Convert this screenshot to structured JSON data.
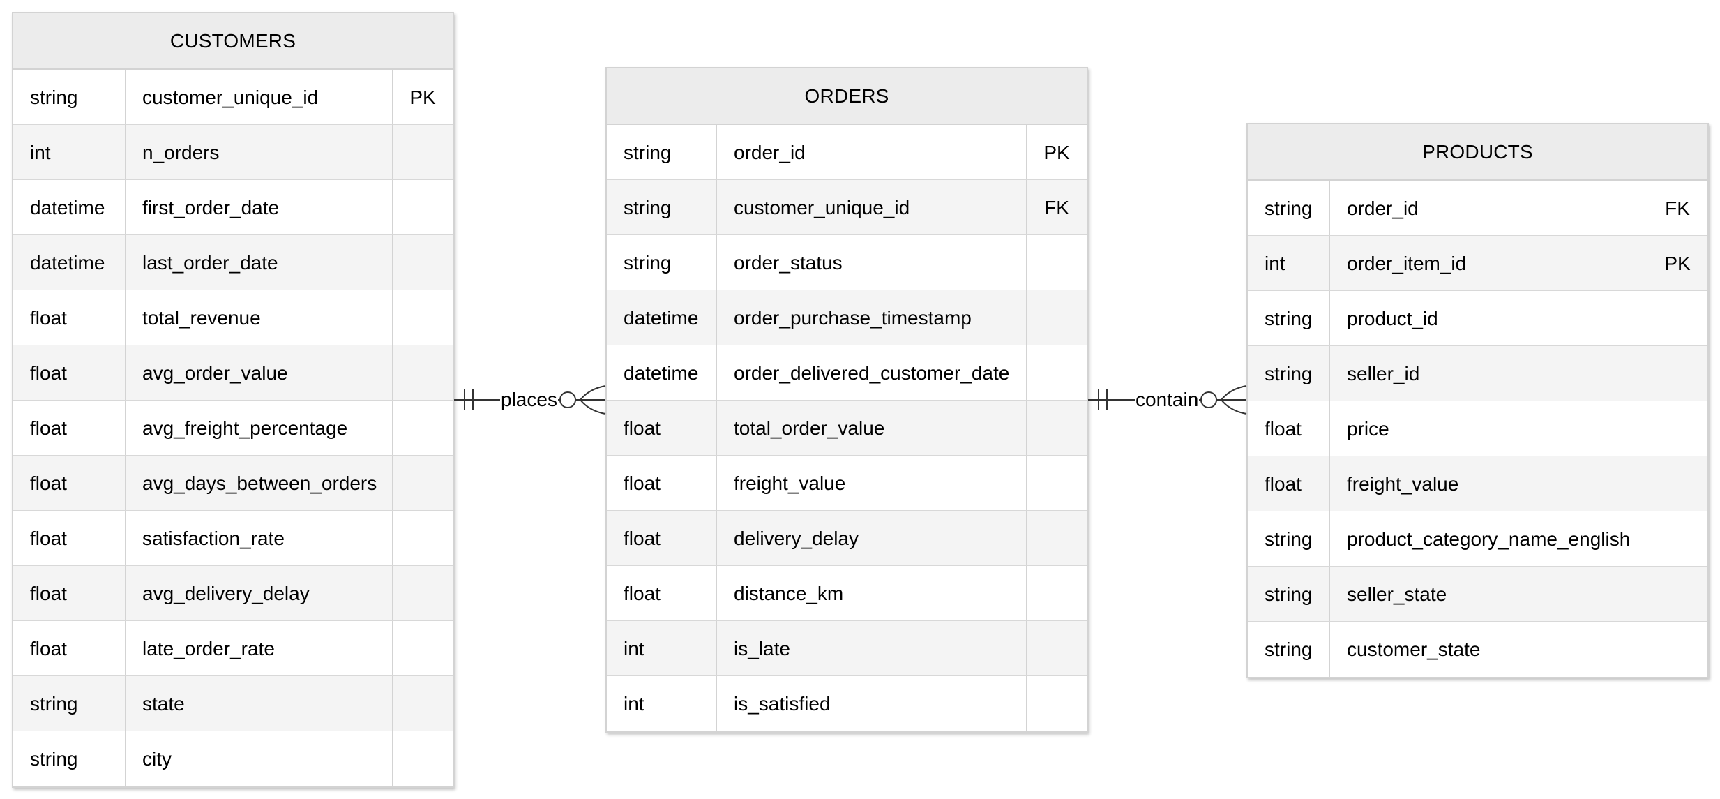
{
  "entities": {
    "customers": {
      "name": "CUSTOMERS",
      "rows": [
        {
          "type": "string",
          "field": "customer_unique_id",
          "key": "PK"
        },
        {
          "type": "int",
          "field": "n_orders",
          "key": ""
        },
        {
          "type": "datetime",
          "field": "first_order_date",
          "key": ""
        },
        {
          "type": "datetime",
          "field": "last_order_date",
          "key": ""
        },
        {
          "type": "float",
          "field": "total_revenue",
          "key": ""
        },
        {
          "type": "float",
          "field": "avg_order_value",
          "key": ""
        },
        {
          "type": "float",
          "field": "avg_freight_percentage",
          "key": ""
        },
        {
          "type": "float",
          "field": "avg_days_between_orders",
          "key": ""
        },
        {
          "type": "float",
          "field": "satisfaction_rate",
          "key": ""
        },
        {
          "type": "float",
          "field": "avg_delivery_delay",
          "key": ""
        },
        {
          "type": "float",
          "field": "late_order_rate",
          "key": ""
        },
        {
          "type": "string",
          "field": "state",
          "key": ""
        },
        {
          "type": "string",
          "field": "city",
          "key": ""
        }
      ]
    },
    "orders": {
      "name": "ORDERS",
      "rows": [
        {
          "type": "string",
          "field": "order_id",
          "key": "PK"
        },
        {
          "type": "string",
          "field": "customer_unique_id",
          "key": "FK"
        },
        {
          "type": "string",
          "field": "order_status",
          "key": ""
        },
        {
          "type": "datetime",
          "field": "order_purchase_timestamp",
          "key": ""
        },
        {
          "type": "datetime",
          "field": "order_delivered_customer_date",
          "key": ""
        },
        {
          "type": "float",
          "field": "total_order_value",
          "key": ""
        },
        {
          "type": "float",
          "field": "freight_value",
          "key": ""
        },
        {
          "type": "float",
          "field": "delivery_delay",
          "key": ""
        },
        {
          "type": "float",
          "field": "distance_km",
          "key": ""
        },
        {
          "type": "int",
          "field": "is_late",
          "key": ""
        },
        {
          "type": "int",
          "field": "is_satisfied",
          "key": ""
        }
      ]
    },
    "products": {
      "name": "PRODUCTS",
      "rows": [
        {
          "type": "string",
          "field": "order_id",
          "key": "FK"
        },
        {
          "type": "int",
          "field": "order_item_id",
          "key": "PK"
        },
        {
          "type": "string",
          "field": "product_id",
          "key": ""
        },
        {
          "type": "string",
          "field": "seller_id",
          "key": ""
        },
        {
          "type": "float",
          "field": "price",
          "key": ""
        },
        {
          "type": "float",
          "field": "freight_value",
          "key": ""
        },
        {
          "type": "string",
          "field": "product_category_name_english",
          "key": ""
        },
        {
          "type": "string",
          "field": "seller_state",
          "key": ""
        },
        {
          "type": "string",
          "field": "customer_state",
          "key": ""
        }
      ]
    }
  },
  "relationships": [
    {
      "from": "CUSTOMERS",
      "to": "ORDERS",
      "label": "places",
      "from_cardinality": "exactly one",
      "to_cardinality": "zero or many"
    },
    {
      "from": "ORDERS",
      "to": "PRODUCTS",
      "label": "contain",
      "from_cardinality": "exactly one",
      "to_cardinality": "zero or many"
    }
  ],
  "colors": {
    "header_bg": "#ececec",
    "row_alt_bg": "#f4f4f4",
    "border": "#d3d3d3",
    "line": "#333333"
  }
}
